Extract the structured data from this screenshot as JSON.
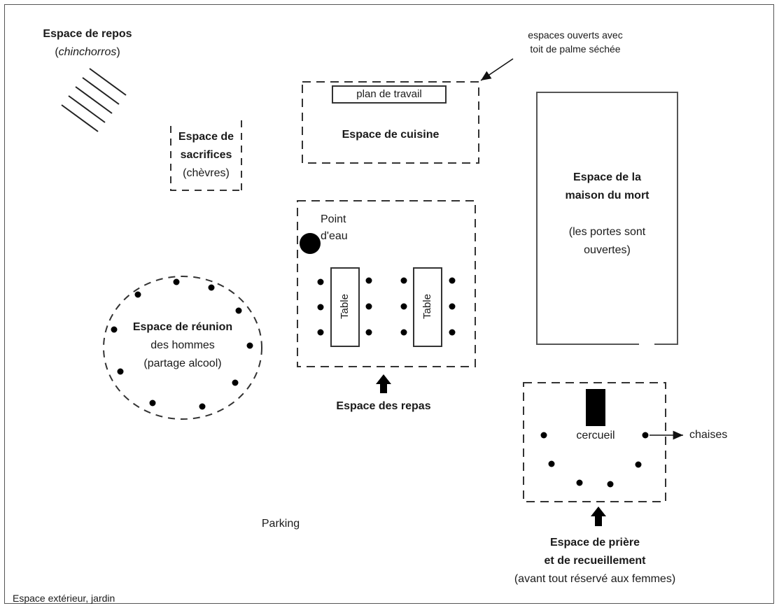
{
  "rest": {
    "title": "Espace de repos",
    "paren_open": "(",
    "subtitle": "chinchorros",
    "paren_close": ")"
  },
  "open_note": {
    "line1": "espaces ouverts avec",
    "line2": "toit de palme séchée"
  },
  "kitchen": {
    "counter": "plan de travail",
    "title": "Espace de cuisine"
  },
  "sacrifice": {
    "line1": "Espace de",
    "line2": "sacrifices",
    "line3": "(chèvres)"
  },
  "dead_house": {
    "line1": "Espace de la",
    "line2": "maison du mort",
    "line3": "(les portes sont",
    "line4": "ouvertes)"
  },
  "water": {
    "line1": "Point",
    "line2": "d'eau"
  },
  "meals": {
    "table1": "Table",
    "table2": "Table",
    "title": "Espace des repas"
  },
  "meeting": {
    "line1": "Espace de réunion",
    "line2": "des hommes",
    "line3": "(partage alcool)"
  },
  "prayer": {
    "coffin": "cercueil",
    "chairs": "chaises",
    "line1": "Espace de prière",
    "line2": "et de recueillement",
    "line3": "(avant tout réservé aux femmes)"
  },
  "parking": "Parking",
  "outside": "Espace extérieur, jardin"
}
